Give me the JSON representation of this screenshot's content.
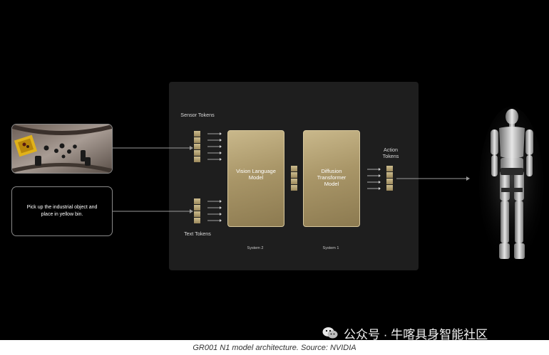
{
  "diagram": {
    "prompt_text": "Pick up the industrial object and place in yellow bin.",
    "sensor_tokens_label": "Sensor Tokens",
    "text_tokens_label": "Text Tokens",
    "action_tokens_label": "Action Tokens",
    "vlm_label": "Vision Language Model",
    "dit_label": "Diffusion Transformer Model",
    "system2_label": "System 2",
    "system1_label": "System 1"
  },
  "caption": "GR001 N1 model architecture. Source: NVIDIA",
  "watermark": "公众号 · 牛喀具身智能社区",
  "colors": {
    "background": "#000000",
    "panel": "#1e1e1e",
    "block_gold": "#b3a272",
    "text": "#ffffff"
  }
}
